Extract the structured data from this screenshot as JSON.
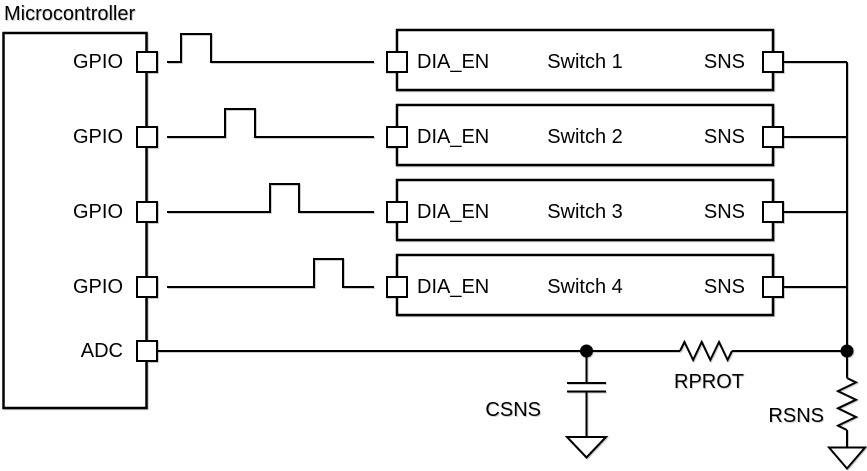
{
  "mcu": {
    "label": "Microcontroller",
    "pins": [
      {
        "label": "GPIO"
      },
      {
        "label": "GPIO"
      },
      {
        "label": "GPIO"
      },
      {
        "label": "GPIO"
      },
      {
        "label": "ADC"
      }
    ]
  },
  "switches": [
    {
      "enable_pin": "DIA_EN",
      "name": "Switch 1",
      "sense_pin": "SNS"
    },
    {
      "enable_pin": "DIA_EN",
      "name": "Switch 2",
      "sense_pin": "SNS"
    },
    {
      "enable_pin": "DIA_EN",
      "name": "Switch 3",
      "sense_pin": "SNS"
    },
    {
      "enable_pin": "DIA_EN",
      "name": "Switch 4",
      "sense_pin": "SNS"
    }
  ],
  "passives": {
    "filter_capacitor": "CSNS",
    "protection_resistor": "RPROT",
    "sense_resistor": "RSNS"
  },
  "colors": {
    "line": "#000000",
    "background": "#ffffff",
    "text": "#000000"
  }
}
